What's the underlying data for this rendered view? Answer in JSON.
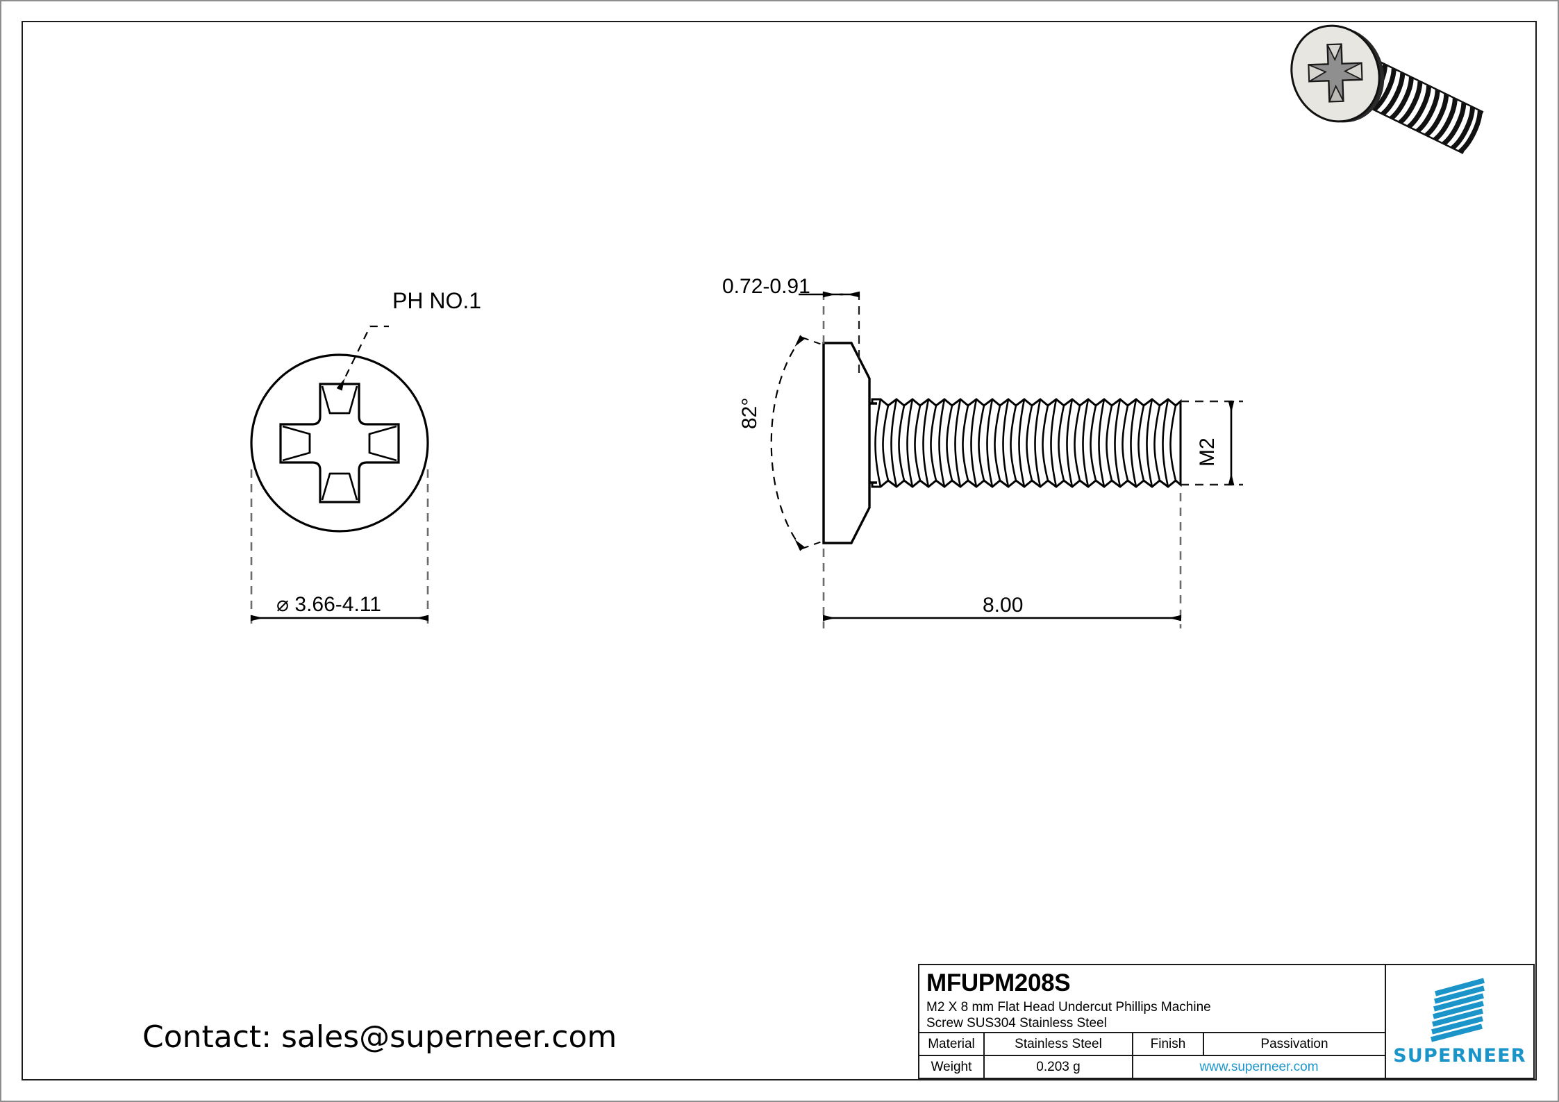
{
  "drawing": {
    "annotations": {
      "drive_callout": "PH NO.1",
      "head_diameter": "⌀ 3.66-4.11",
      "head_height": "0.72-0.91",
      "countersink_angle": "82°",
      "thread_size": "M2",
      "length": "8.00"
    },
    "views": {
      "top_view_name": "head-top-view",
      "side_view_name": "screw-side-view",
      "render_name": "screw-3d-render"
    }
  },
  "contact": {
    "text": "Contact: sales@superneer.com"
  },
  "title_block": {
    "part_number": "MFUPM208S",
    "description": "M2 X 8 mm  Flat Head Undercut Phillips Machine\nScrew SUS304 Stainless Steel",
    "material_label": "Material",
    "material_value": "Stainless Steel",
    "finish_label": "Finish",
    "finish_value": "Passivation",
    "weight_label": "Weight",
    "weight_value": "0.203 g",
    "website": "www.superneer.com",
    "logo_text": "SUPERNEER"
  },
  "colors": {
    "brand_blue": "#1b95c9",
    "line": "#1a1a1a",
    "sheet_edge": "#8d8d8d",
    "head_fill": "#e8e6e0",
    "recess_fill": "#8a8a8a"
  }
}
